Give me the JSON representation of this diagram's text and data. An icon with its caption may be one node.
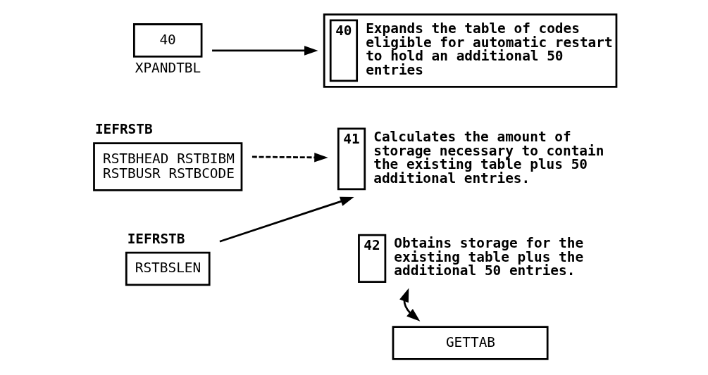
{
  "diagram": {
    "nodes": [
      {
        "text": [
          "40"
        ],
        "beside": [
          "XPANDTBL"
        ]
      },
      {
        "text": [
          "40",
          "Expands the table of codes eligible for automatic restart to hold an additional 50 entries"
        ]
      },
      {
        "text": [
          "IEFRSTB",
          "RSTBHEAD RSTBIBM RSTBUSR RSTBCODE"
        ]
      },
      {
        "text": [
          "41",
          "Calculates the amount of storage necessary to contain the existing table plus 50 additional entries."
        ]
      },
      {
        "text": [
          "IEFRSTB",
          "RSTBSLEN"
        ]
      },
      {
        "text": [
          "42",
          "Obtains storage for the existing table plus the additional 50 entries."
        ]
      },
      {
        "text": [
          "GETTAB"
        ]
      }
    ],
    "edges": [
      {
        "from": 0,
        "to": 1,
        "arrow": "to"
      },
      {
        "from": 2,
        "to": 3,
        "arrow": "to",
        "style": "dashed"
      },
      {
        "from": 4,
        "to": 3,
        "arrow": "to"
      },
      {
        "from": 5,
        "to": 6,
        "arrow": "both"
      }
    ]
  }
}
